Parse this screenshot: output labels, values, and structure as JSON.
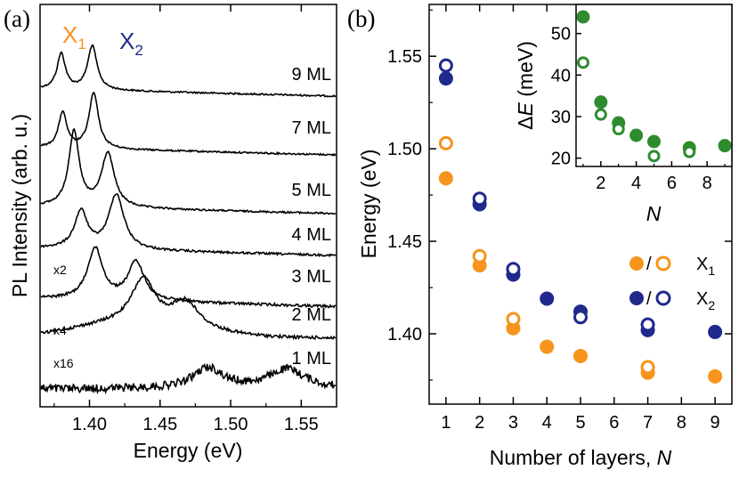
{
  "colors": {
    "x1": "#f7941d",
    "x2": "#1f2a8c",
    "dE": "#2e8b2e",
    "trace": "#000000"
  },
  "panel_labels": [
    "(a)",
    "(b)"
  ],
  "chart_data": [
    {
      "type": "line",
      "panel": "(a)",
      "xlabel": "Energy (eV)",
      "ylabel": "PL Intensity (arb. u.)",
      "xlim": [
        1.365,
        1.575
      ],
      "xticks": [
        1.4,
        1.45,
        1.5,
        1.55
      ],
      "xtick_labels": [
        "1.40",
        "1.45",
        "1.50",
        "1.55"
      ],
      "peak_labels": {
        "x1": "X",
        "x1_sub": "1",
        "x2": "X",
        "x2_sub": "2"
      },
      "series": [
        {
          "name": "9 ML",
          "multiplier": "",
          "peaks": [
            {
              "x": 1.38,
              "h": 0.55,
              "w": 0.0035
            },
            {
              "x": 1.402,
              "h": 0.68,
              "w": 0.004
            }
          ]
        },
        {
          "name": "7 ML",
          "multiplier": "",
          "peaks": [
            {
              "x": 1.381,
              "h": 0.5,
              "w": 0.0035
            },
            {
              "x": 1.403,
              "h": 0.78,
              "w": 0.004
            }
          ]
        },
        {
          "name": "5 ML",
          "multiplier": "",
          "peaks": [
            {
              "x": 1.389,
              "h": 1.0,
              "w": 0.0045
            },
            {
              "x": 1.413,
              "h": 0.72,
              "w": 0.0055
            }
          ]
        },
        {
          "name": "4 ML",
          "multiplier": "",
          "peaks": [
            {
              "x": 1.394,
              "h": 0.58,
              "w": 0.0055
            },
            {
              "x": 1.419,
              "h": 0.86,
              "w": 0.0065
            }
          ]
        },
        {
          "name": "3 ML",
          "multiplier": "x2",
          "peaks": [
            {
              "x": 1.404,
              "h": 0.82,
              "w": 0.0065
            },
            {
              "x": 1.433,
              "h": 0.62,
              "w": 0.007
            }
          ]
        },
        {
          "name": "2 ML",
          "multiplier": "x4",
          "peaks": [
            {
              "x": 1.438,
              "h": 0.95,
              "w": 0.01
            },
            {
              "x": 1.468,
              "h": 0.55,
              "w": 0.011
            }
          ]
        },
        {
          "name": "1 ML",
          "multiplier": "x16",
          "peaks": [
            {
              "x": 1.484,
              "h": 0.32,
              "w": 0.013
            },
            {
              "x": 1.54,
              "h": 0.3,
              "w": 0.016
            }
          ]
        }
      ]
    },
    {
      "type": "scatter",
      "panel": "(b)",
      "xlabel": "Number of layers, ",
      "xlabel_var": "N",
      "ylabel": "Energy (eV)",
      "xlim": [
        0.5,
        9.5
      ],
      "ylim": [
        1.362,
        1.578
      ],
      "xticks": [
        1,
        2,
        3,
        4,
        5,
        6,
        7,
        8,
        9
      ],
      "yticks": [
        1.4,
        1.45,
        1.5,
        1.55
      ],
      "ytick_labels": [
        "1.40",
        "1.45",
        "1.50",
        "1.55"
      ],
      "legend": {
        "position": "right",
        "sep": "/",
        "entries": [
          {
            "label": "X",
            "sub": "1"
          },
          {
            "label": "X",
            "sub": "2"
          }
        ]
      },
      "series": [
        {
          "name": "X1 filled",
          "style": "filled",
          "color": "x1",
          "points": [
            [
              1,
              1.484
            ],
            [
              2,
              1.437
            ],
            [
              3,
              1.403
            ],
            [
              4,
              1.393
            ],
            [
              5,
              1.388
            ],
            [
              7,
              1.379
            ],
            [
              9,
              1.377
            ]
          ]
        },
        {
          "name": "X1 open",
          "style": "open",
          "color": "x1",
          "points": [
            [
              1,
              1.503
            ],
            [
              2,
              1.442
            ],
            [
              3,
              1.408
            ],
            [
              7,
              1.382
            ]
          ]
        },
        {
          "name": "X2 filled",
          "style": "filled",
          "color": "x2",
          "points": [
            [
              1,
              1.538
            ],
            [
              2,
              1.47
            ],
            [
              3,
              1.432
            ],
            [
              4,
              1.419
            ],
            [
              5,
              1.412
            ],
            [
              7,
              1.402
            ],
            [
              9,
              1.401
            ]
          ]
        },
        {
          "name": "X2 open",
          "style": "open",
          "color": "x2",
          "points": [
            [
              1,
              1.545
            ],
            [
              2,
              1.473
            ],
            [
              3,
              1.435
            ],
            [
              5,
              1.409
            ],
            [
              7,
              1.405
            ]
          ]
        }
      ]
    },
    {
      "type": "scatter",
      "panel": "(b) inset",
      "xlabel": "N",
      "ylabel": "ΔE (meV)",
      "ylabel_parts": {
        "delta": "Δ",
        "var": "E",
        "unit": " (meV)"
      },
      "xlim": [
        0.6,
        9.4
      ],
      "ylim": [
        18,
        57
      ],
      "xticks": [
        2,
        4,
        6,
        8
      ],
      "yticks": [
        20,
        30,
        40,
        50
      ],
      "series": [
        {
          "name": "ΔE filled",
          "style": "filled",
          "color": "dE",
          "points": [
            [
              1,
              54
            ],
            [
              2,
              33.5
            ],
            [
              3,
              28.5
            ],
            [
              4,
              25.5
            ],
            [
              5,
              24
            ],
            [
              7,
              22.5
            ],
            [
              9,
              23
            ]
          ]
        },
        {
          "name": "ΔE open",
          "style": "open",
          "color": "dE",
          "points": [
            [
              1,
              43
            ],
            [
              2,
              30.5
            ],
            [
              3,
              27
            ],
            [
              5,
              20.5
            ],
            [
              7,
              21.5
            ]
          ]
        }
      ]
    }
  ]
}
